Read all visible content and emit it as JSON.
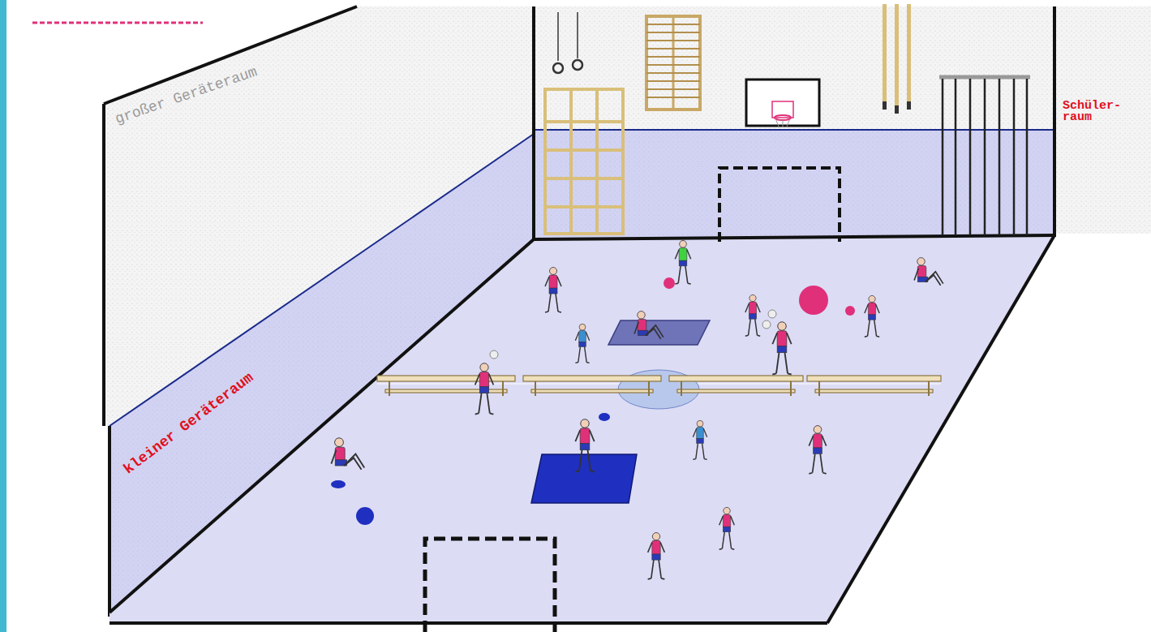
{
  "diagram": {
    "labels": [
      "großer Geräteraum",
      "kleiner Geräteraum",
      "Schüler- raum"
    ]
  }
}
